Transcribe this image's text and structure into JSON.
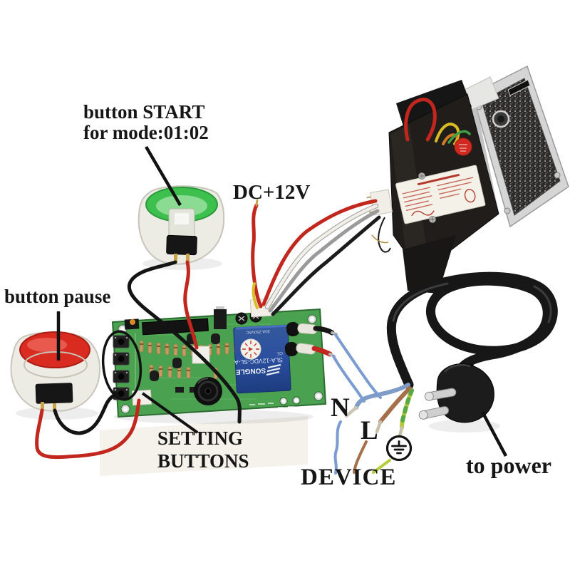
{
  "scene": {
    "description": "annotated wiring photo of coin-acceptor timer control board kit",
    "background": "#ffffff"
  },
  "annotations": {
    "button_start_line1": "button START",
    "button_start_line2": "for mode:01:02",
    "dc_label": "DC+12V",
    "button_pause": "button pause",
    "setting_line1": "SETTING",
    "setting_line2": "BUTTONS",
    "wire_n": "N",
    "wire_l": "L",
    "device": "DEVICE",
    "to_power": "to power"
  },
  "icons": {
    "ground": "earth-ground-symbol"
  },
  "components": {
    "relay": {
      "brand": "SONGLE",
      "model": "SLA-12VDC-SL-A",
      "rating": "30A 250VAC"
    }
  },
  "colors": {
    "annotation_text": "#161616",
    "pcb_green": "#4aa14f",
    "relay_blue": "#2b4f9e",
    "button_start_cap": "#3ec04e",
    "button_pause_cap": "#d92b20",
    "wire_red": "#c1271d",
    "wire_black": "#161616",
    "wire_blue_neutral": "#7f9cc9",
    "wire_brown_live": "#a56f4a",
    "wire_earth_yellowgreen": "#b6c838",
    "hand_drawn_blue": "#7b9cd0"
  }
}
